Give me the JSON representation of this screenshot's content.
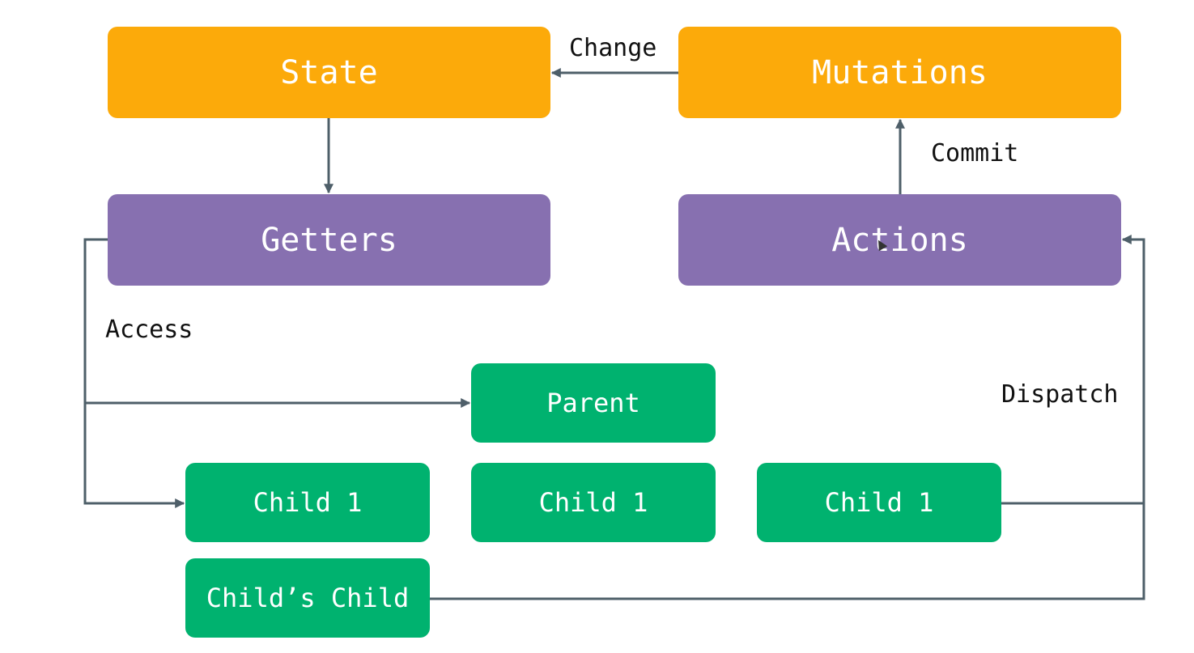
{
  "boxes": {
    "state": "State",
    "mutations": "Mutations",
    "getters": "Getters",
    "actions": "Actions",
    "parent": "Parent",
    "child_left": "Child 1",
    "child_mid": "Child 1",
    "child_right": "Child 1",
    "childs_child": "Child’s Child"
  },
  "labels": {
    "change": "Change",
    "commit": "Commit",
    "access": "Access",
    "dispatch": "Dispatch"
  },
  "colors": {
    "state_mutations": "#fcaa0a",
    "getters_actions": "#8770b0",
    "components": "#00b26f",
    "connectors": "#4e5f69"
  }
}
